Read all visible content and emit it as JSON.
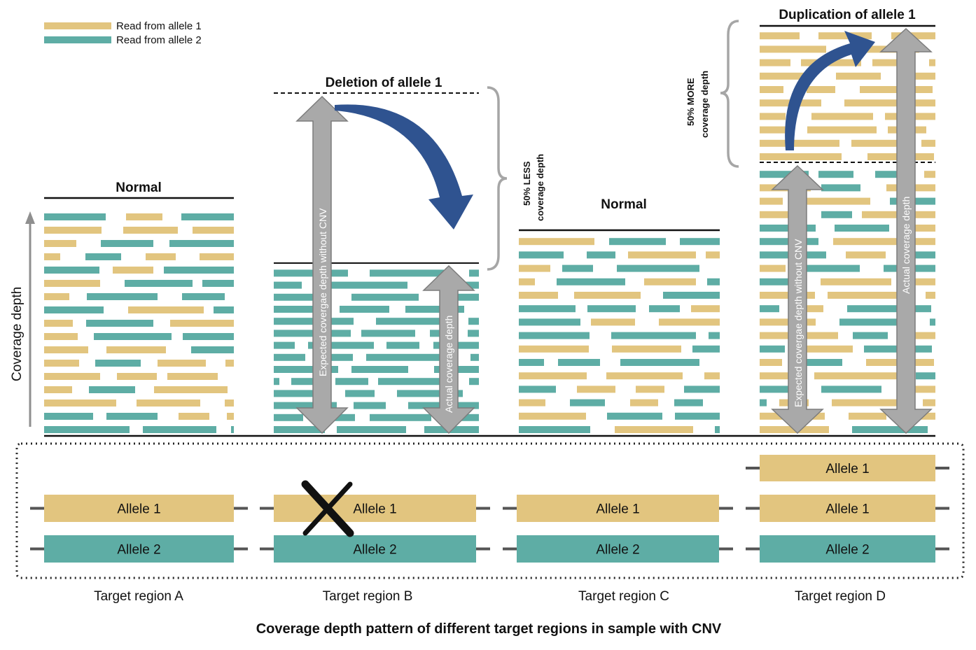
{
  "legend": {
    "allele1": "Read from allele 1",
    "allele2": "Read from allele 2"
  },
  "colors": {
    "allele1": "#e2c57f",
    "allele2": "#5eada5",
    "arrow_gray": "#a9a9a9",
    "curve_blue": "#2f5390",
    "line": "#111111",
    "dashed_box": "#222222"
  },
  "axis_label": "Coverage depth",
  "regions": [
    {
      "name": "Target region A",
      "status": "Normal",
      "alleles": [
        "Allele 1",
        "Allele 2"
      ]
    },
    {
      "name": "Target region B",
      "status": "Deletion of allele 1",
      "alleles": [
        "Allele 1",
        "Allele 2"
      ],
      "deleted": "Allele 1",
      "arrows": {
        "expected": "Expected covergae depth without CNV",
        "actual": "Actual coverage depth"
      },
      "brace": [
        "50% LESS",
        "coverage depth"
      ]
    },
    {
      "name": "Target region C",
      "status": "Normal",
      "alleles": [
        "Allele 1",
        "Allele 2"
      ]
    },
    {
      "name": "Target region D",
      "status": "Duplication of allele 1",
      "alleles": [
        "Allele 1",
        "Allele 1",
        "Allele 2"
      ],
      "arrows": {
        "expected": "Expected covergae depth without CNV",
        "actual": "Actual coverage depth"
      },
      "brace": [
        "50% MORE",
        "coverage depth"
      ]
    }
  ],
  "caption": "Coverage depth pattern of different target regions in sample with CNV"
}
